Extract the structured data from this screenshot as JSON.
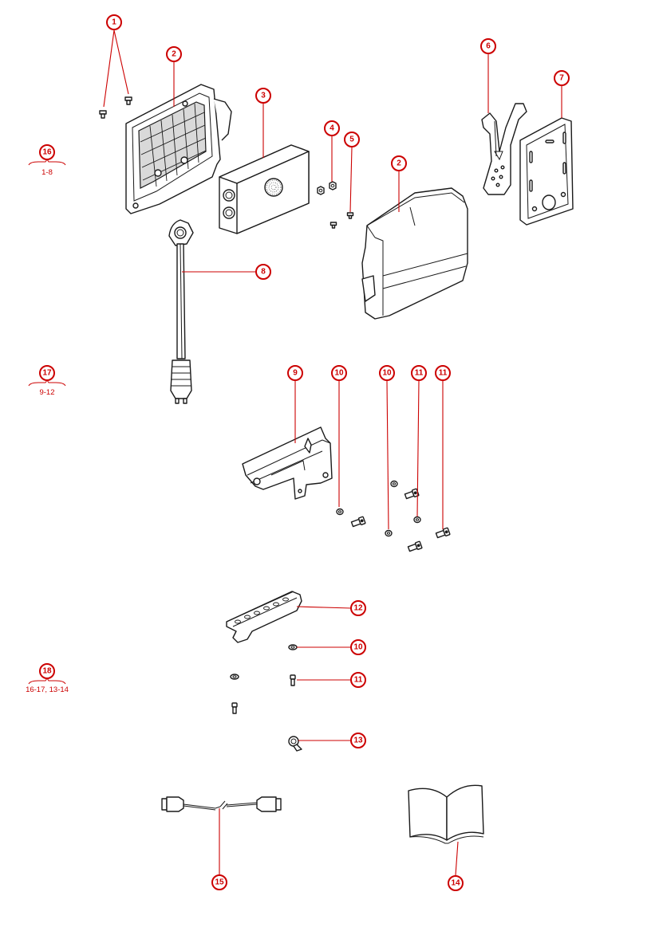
{
  "callouts": [
    "1",
    "2",
    "3",
    "4",
    "5",
    "2",
    "6",
    "7",
    "8",
    "9",
    "10",
    "10",
    "11",
    "11",
    "12",
    "10",
    "11",
    "13",
    "15",
    "14"
  ],
  "assemblies": [
    {
      "number": "16",
      "contents": "1-8"
    },
    {
      "number": "17",
      "contents": "9-12"
    },
    {
      "number": "18",
      "contents": "16-17, 13-14"
    }
  ],
  "colors": {
    "callout": "#cc0000",
    "line_art": "#1a1a1a",
    "background": "#ffffff"
  },
  "parts_shown": [
    "screw",
    "mounting-cradle",
    "control-box",
    "hex-bolt",
    "small-screw",
    "cover",
    "x-bracket",
    "mounting-plate",
    "cable-with-connector",
    "slide-bracket",
    "washer",
    "cap-screw",
    "clamp-rail",
    "cable-clip",
    "extension-cable",
    "manual-booklet"
  ]
}
